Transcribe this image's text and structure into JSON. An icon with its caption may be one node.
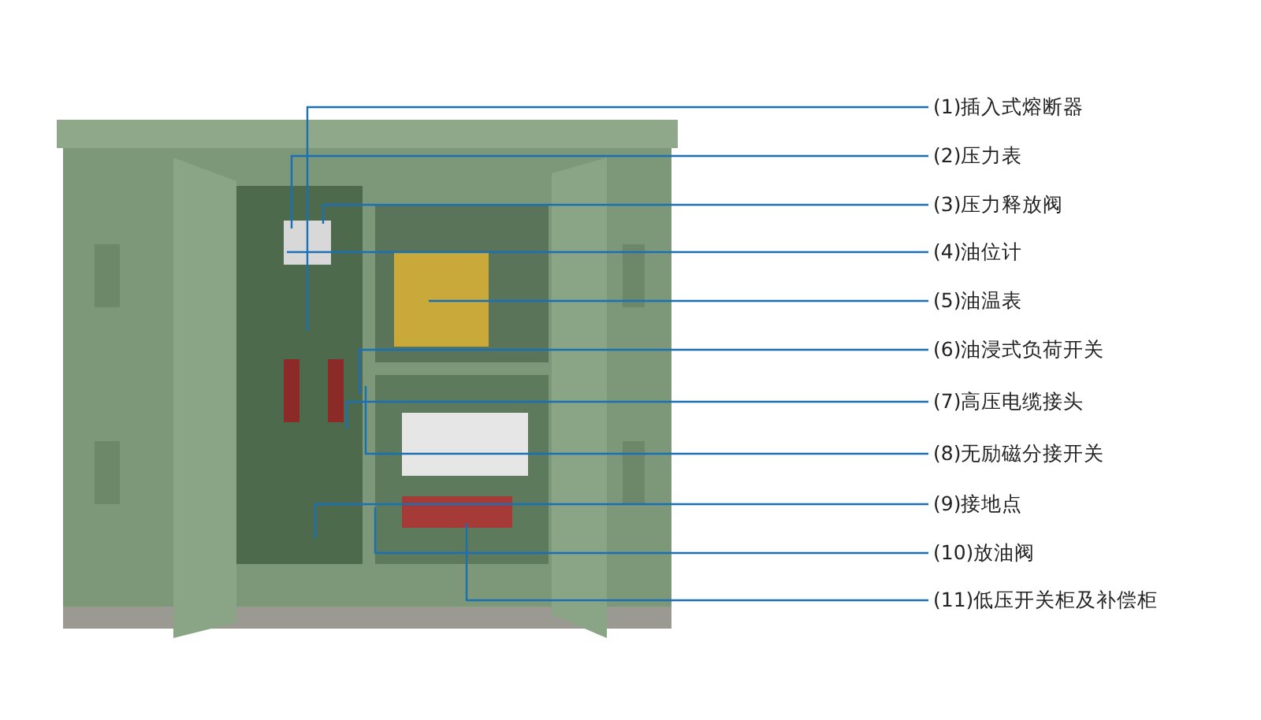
{
  "diagram": {
    "nodes": [
      {
        "text": [
          "(1)插入式熔断器"
        ]
      },
      {
        "text": [
          "(2)压力表"
        ]
      },
      {
        "text": [
          "(3)压力释放阀"
        ]
      },
      {
        "text": [
          "(4)油位计"
        ]
      },
      {
        "text": [
          "(5)油温表"
        ]
      },
      {
        "text": [
          "(6)油浸式负荷开关"
        ]
      },
      {
        "text": [
          "(7)高压电缆接头"
        ]
      },
      {
        "text": [
          "(8)无励磁分接开关"
        ]
      },
      {
        "text": [
          "(9)接地点"
        ]
      },
      {
        "text": [
          "(10)放油阀"
        ]
      },
      {
        "text": [
          "(11)低压开关柜及补偿柜"
        ]
      }
    ],
    "edges": [
      {
        "from": 0,
        "to": null,
        "arrow": "none"
      },
      {
        "from": 1,
        "to": null,
        "arrow": "none"
      },
      {
        "from": 2,
        "to": null,
        "arrow": "none"
      },
      {
        "from": 3,
        "to": null,
        "arrow": "none"
      },
      {
        "from": 4,
        "to": null,
        "arrow": "none"
      },
      {
        "from": 5,
        "to": null,
        "arrow": "none"
      },
      {
        "from": 6,
        "to": null,
        "arrow": "none"
      },
      {
        "from": 7,
        "to": null,
        "arrow": "none"
      },
      {
        "from": 8,
        "to": null,
        "arrow": "none"
      },
      {
        "from": 9,
        "to": null,
        "arrow": "none"
      },
      {
        "from": 10,
        "to": null,
        "arrow": "none"
      }
    ]
  }
}
